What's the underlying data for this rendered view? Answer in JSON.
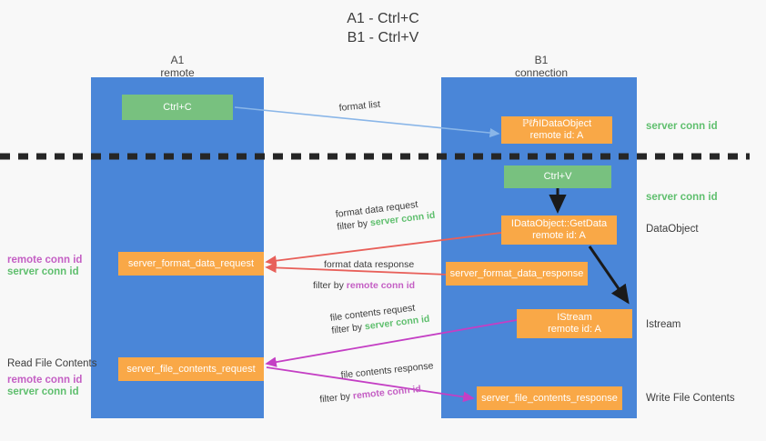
{
  "title": {
    "line1": "A1 - Ctrl+C",
    "line2": "B1 - Ctrl+V"
  },
  "columns": [
    {
      "name": "A1",
      "sub": "remote"
    },
    {
      "name": "B1",
      "sub": "connection"
    }
  ],
  "colors": {
    "lane": "#4a86d8",
    "green_box": "#78c17f",
    "orange_box": "#f9a847",
    "server_conn": "#5fbf6e",
    "remote_conn": "#c45fc4",
    "arrow_blue": "#8ab6e8",
    "arrow_red": "#e8605a",
    "arrow_magenta": "#c43fc4",
    "arrow_black": "#1a1a1a",
    "divider": "#262626",
    "background": "#f8f8f8"
  },
  "nodes": {
    "ctrl_c": {
      "label": "Ctrl+C"
    },
    "register_dataobject": {
      "line1": "ℙℓℏIDataObject",
      "line2": "remote id: A"
    },
    "ctrl_v": {
      "label": "Ctrl+V"
    },
    "getdata": {
      "line1": "IDataObject::GetData",
      "line2": "remote id: A"
    },
    "istream": {
      "line1": "IStream",
      "line2": "remote id: A"
    },
    "server_format_data_request": {
      "label": "server_format_data_request"
    },
    "server_format_data_response": {
      "label": "server_format_data_response"
    },
    "server_file_contents_request": {
      "label": "server_file_contents_request"
    },
    "server_file_contents_response": {
      "label": "server_file_contents_response"
    }
  },
  "right_labels": {
    "server_conn_id_top": "server conn id",
    "server_conn_id_mid": "server conn id",
    "dataobject": "DataObject",
    "istream": "Istream",
    "write_file_contents": "Write File Contents"
  },
  "left_labels": {
    "remote_conn_id_1": "remote conn id",
    "server_conn_id_1": "server conn id",
    "read_file_contents": "Read File Contents",
    "remote_conn_id_2": "remote conn id",
    "server_conn_id_2": "server conn id"
  },
  "edges": {
    "format_list": {
      "text": "format list"
    },
    "format_data_request": {
      "line1": "format data request",
      "line2_prefix": "filter by ",
      "line2_key": "server conn id"
    },
    "format_data_response": {
      "line1": "format data response",
      "line2_prefix": "filter by ",
      "line2_key": "remote conn id"
    },
    "file_contents_request": {
      "line1": "file contents request",
      "line2_prefix": "filter by ",
      "line2_key": "server conn id"
    },
    "file_contents_response": {
      "line1": "file contents response",
      "line2_prefix": "filter by ",
      "line2_key": "remote conn id"
    }
  }
}
